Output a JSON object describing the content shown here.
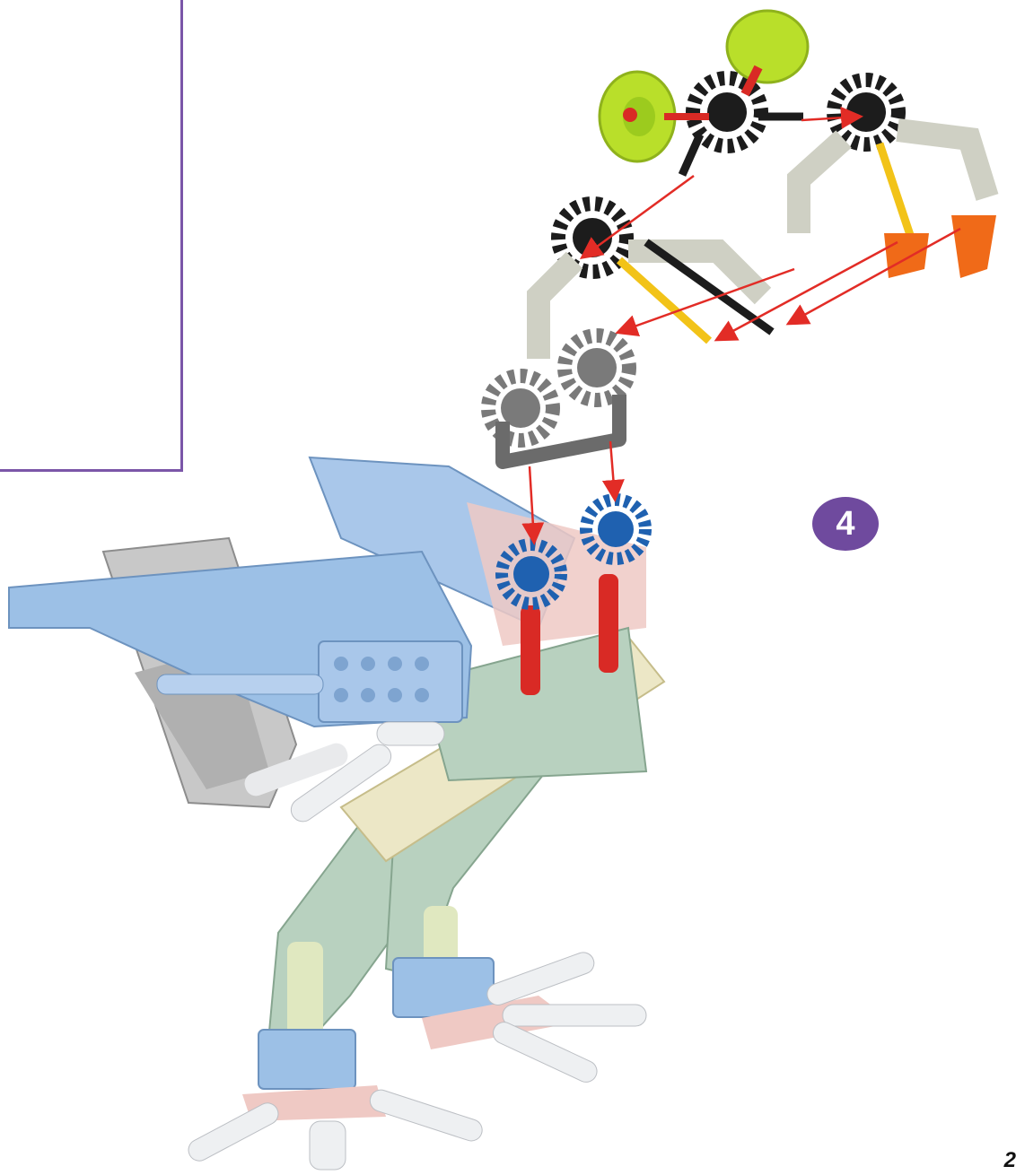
{
  "step": {
    "number": "4"
  },
  "page": {
    "number": "2"
  },
  "colors": {
    "accent_purple": "#6f4a9e",
    "arrow_red": "#e22c26",
    "body_blue": "#9cc0e6",
    "connector_green": "#b8d1bf",
    "connector_cream": "#ece7c6",
    "foot_pink": "#efc9c4",
    "gear_black": "#1c1c1c",
    "gear_grey": "#7a7a7a",
    "gear_blue": "#1f61b0",
    "eye_lime": "#b9df2a",
    "rod_yellow": "#f2c318",
    "beak_orange": "#f06a18",
    "peg_red": "#d92a25"
  },
  "illustration": {
    "subject": "knex-bird-model",
    "parts": [
      "eye-piece-left",
      "eye-piece-right",
      "black-head-gear",
      "black-neck-gear",
      "upper-beak-assembly",
      "orange-beak-tips",
      "yellow-rods",
      "grey-neck-gears",
      "blue-mounting-gears",
      "red-peg-connectors",
      "blue-wing",
      "grey-tail",
      "legs",
      "feet"
    ]
  }
}
